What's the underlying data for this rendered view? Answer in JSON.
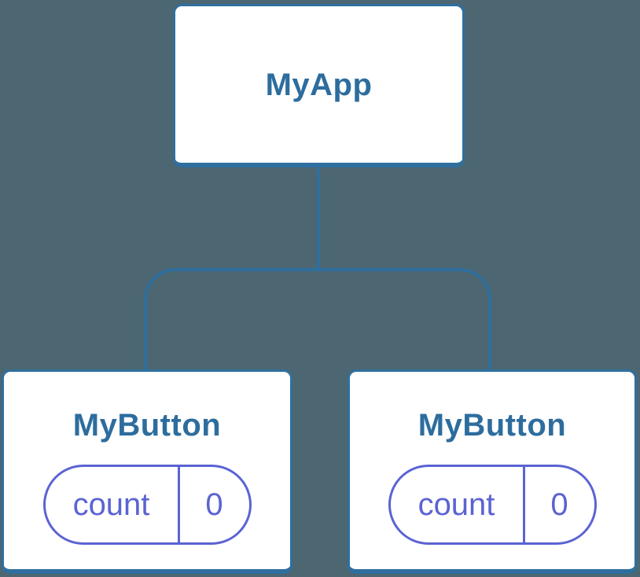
{
  "colors": {
    "background": "#4c6771",
    "node_fill": "#ffffff",
    "node_border": "#2f6f9f",
    "connector": "#2f6f9f",
    "title_text": "#2d6d9e",
    "state_accent": "#5b63d3"
  },
  "tree": {
    "root": {
      "label": "MyApp"
    },
    "children": [
      {
        "label": "MyButton",
        "state": {
          "key": "count",
          "value": "0"
        }
      },
      {
        "label": "MyButton",
        "state": {
          "key": "count",
          "value": "0"
        }
      }
    ]
  }
}
